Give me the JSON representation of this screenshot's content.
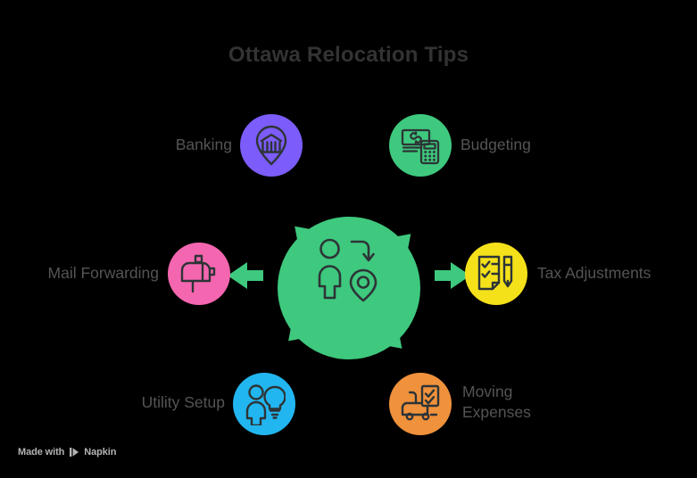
{
  "title": "Ottawa Relocation Tips",
  "colors": {
    "background": "#000000",
    "title": "#333333",
    "label": "#545454",
    "hub": "#3ec97e",
    "arrow": "#3ec97e",
    "icon_stroke": "#2d3436",
    "banking": "#7c5cfa",
    "budgeting": "#3ec97e",
    "mail_forwarding": "#f566b0",
    "tax_adjustments": "#f5e11a",
    "utility_setup": "#22b6f0",
    "moving_expenses": "#f0913c",
    "watermark": "#b3b3b3"
  },
  "hub": {
    "icon": "person-relocation-pin-icon",
    "label": ""
  },
  "nodes": [
    {
      "id": "banking",
      "label": "Banking",
      "icon": "bank-pin-icon",
      "color": "#7c5cfa",
      "position": "top-left"
    },
    {
      "id": "budgeting",
      "label": "Budgeting",
      "icon": "money-calculator-icon",
      "color": "#3ec97e",
      "position": "top-right"
    },
    {
      "id": "mail-forwarding",
      "label": "Mail Forwarding",
      "icon": "mailbox-icon",
      "color": "#f566b0",
      "position": "left"
    },
    {
      "id": "tax-adjustments",
      "label": "Tax Adjustments",
      "icon": "checklist-pen-icon",
      "color": "#f5e11a",
      "position": "right"
    },
    {
      "id": "utility-setup",
      "label": "Utility Setup",
      "icon": "person-lightbulb-icon",
      "color": "#22b6f0",
      "position": "bottom-left"
    },
    {
      "id": "moving-expenses",
      "label": "Moving\nExpenses",
      "icon": "truck-checklist-icon",
      "color": "#f0913c",
      "position": "bottom-right"
    }
  ],
  "arrows": {
    "count": 6,
    "directions": [
      "up-left",
      "up-right",
      "left",
      "right",
      "down-left",
      "down-right"
    ]
  },
  "watermark": {
    "prefix": "Made with",
    "brand": "Napkin",
    "logo": "napkin-play-logo"
  }
}
